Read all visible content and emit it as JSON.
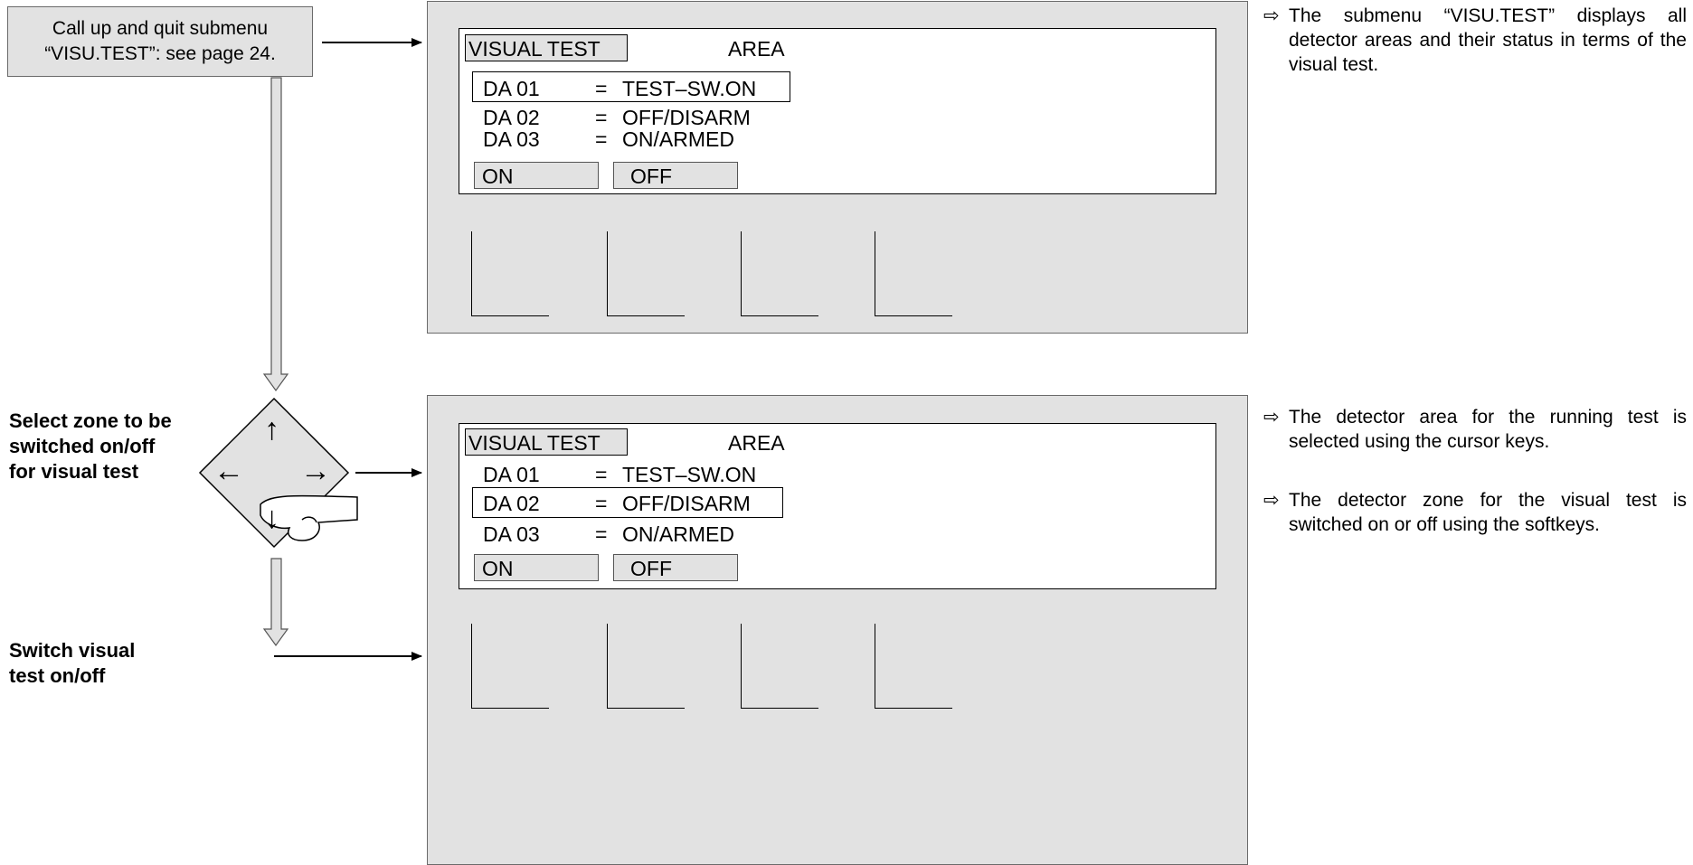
{
  "step_box": {
    "line1": "Call up and quit submenu",
    "line2": "“VISU.TEST”: see page 24."
  },
  "panel_top": {
    "title": "VISUAL TEST",
    "area": "AREA",
    "rows": [
      {
        "id": "DA 01",
        "eq": "=",
        "status": "TEST–SW.ON"
      },
      {
        "id": "DA 02",
        "eq": "=",
        "status": "OFF/DISARM"
      },
      {
        "id": "DA 03",
        "eq": "=",
        "status": "ON/ARMED"
      }
    ],
    "softkeys": [
      "ON",
      "OFF"
    ]
  },
  "panel_bottom": {
    "title": "VISUAL TEST",
    "area": "AREA",
    "rows": [
      {
        "id": "DA 01",
        "eq": "=",
        "status": "TEST–SW.ON"
      },
      {
        "id": "DA 02",
        "eq": "=",
        "status": "OFF/DISARM"
      },
      {
        "id": "DA 03",
        "eq": "=",
        "status": "ON/ARMED"
      }
    ],
    "softkeys": [
      "ON",
      "OFF"
    ]
  },
  "labels": {
    "select_zone": [
      "Select zone to be",
      "switched on/off",
      "for visual test"
    ],
    "switch_visual": [
      "Switch visual",
      "test on/off"
    ]
  },
  "notes": {
    "arrow_glyph": "⇨",
    "top": "The submenu “VISU.TEST” displays all detector areas and their status in terms of the visual test.",
    "bottom1": "The detector area for the running test is selected using the cursor keys.",
    "bottom2": "The detector zone for the visual test is switched on or off using the softkeys."
  },
  "cursor_keys": {
    "up": "↑",
    "left": "←",
    "right": "→",
    "down": "↓"
  }
}
